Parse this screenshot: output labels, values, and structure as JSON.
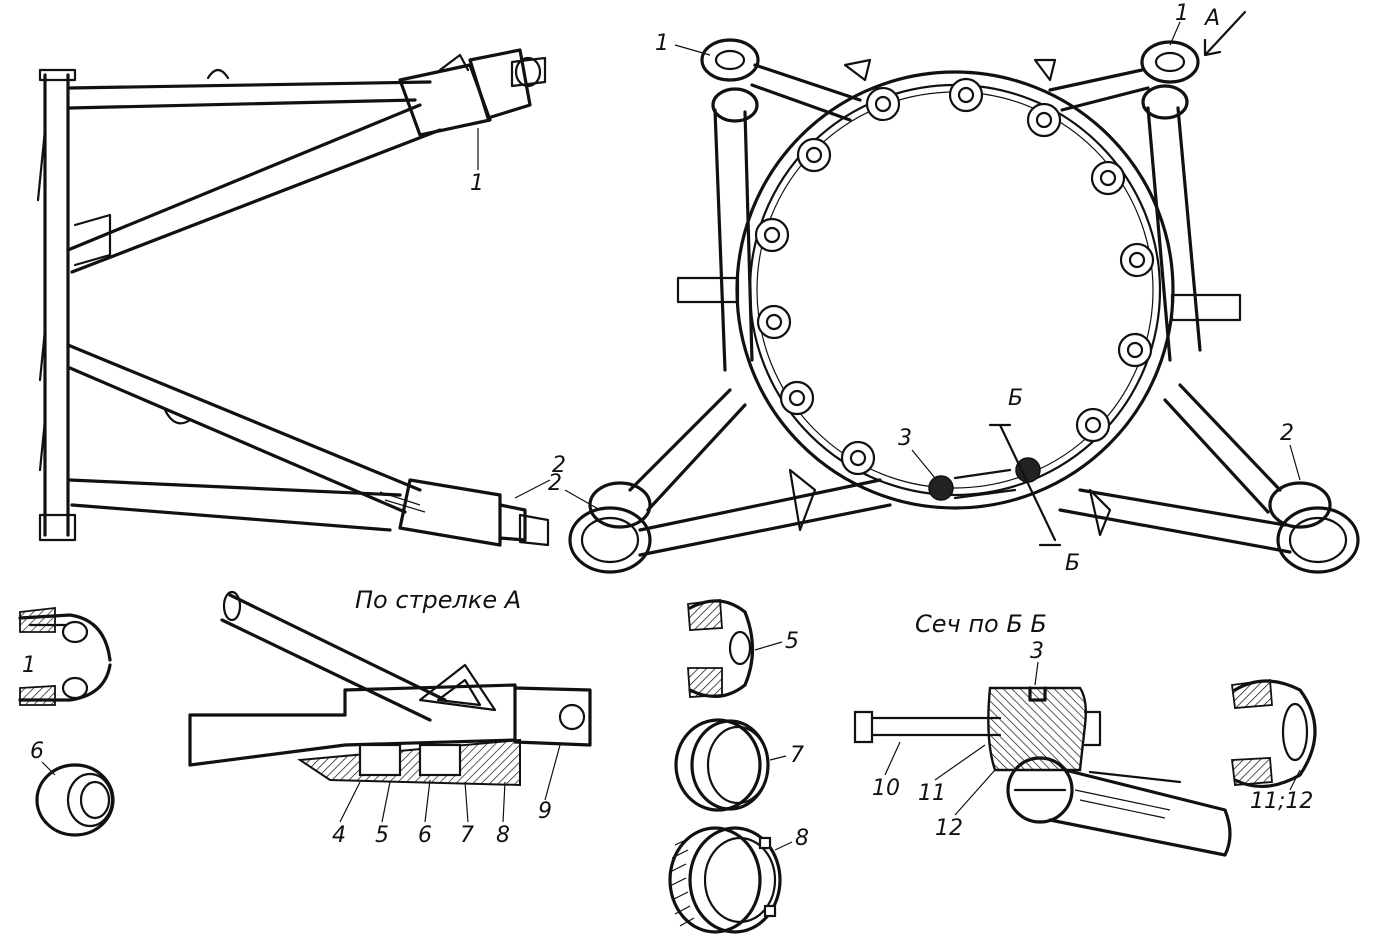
{
  "captions": {
    "view_a": "По стрелке А",
    "section_bb": "Сеч по Б Б"
  },
  "labels": {
    "left_frame_1": "1",
    "left_frame_2": "2",
    "ring_1_left": "1",
    "ring_1_right": "1",
    "arrow_a": "А",
    "ring_2_left": "2",
    "ring_2_right": "2",
    "ring_3": "3",
    "ring_b_top": "Б",
    "ring_b_bottom": "Б",
    "detail_1": "1",
    "detail_6": "6",
    "view_4": "4",
    "view_5": "5",
    "view_6": "6",
    "view_7": "7",
    "view_8": "8",
    "view_9": "9",
    "part_5": "5",
    "part_7": "7",
    "part_8": "8",
    "sec_3": "3",
    "sec_10": "10",
    "sec_11": "11",
    "sec_12": "12",
    "part_11_12": "11;12"
  }
}
